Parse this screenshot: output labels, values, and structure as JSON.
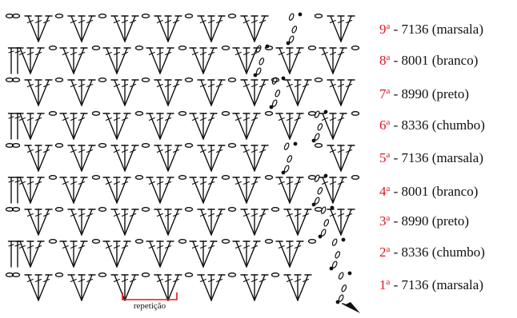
{
  "rows": [
    {
      "number": "1",
      "suffix": "a",
      "label": " - 7136 (marsala)"
    },
    {
      "number": "2",
      "suffix": "a",
      "label": " - 8336 (chumbo)"
    },
    {
      "number": "3",
      "suffix": "a",
      "label": " - 8990 (preto)"
    },
    {
      "number": "4",
      "suffix": "a",
      "label": " - 8001 (branco)"
    },
    {
      "number": "5",
      "suffix": "a",
      "label": " - 7136 (marsala)"
    },
    {
      "number": "6",
      "suffix": "a",
      "label": " - 8336 (chumbo)"
    },
    {
      "number": "7",
      "suffix": "a",
      "label": " - 8990 (preto)"
    },
    {
      "number": "8",
      "suffix": "a",
      "label": " - 8001 (branco)"
    },
    {
      "number": "9",
      "suffix": "a",
      "label": " - 7136 (marsala)"
    }
  ],
  "repeat": {
    "label": "repetição"
  },
  "colors": {
    "ink": "#111111",
    "accent": "#e0161e"
  }
}
